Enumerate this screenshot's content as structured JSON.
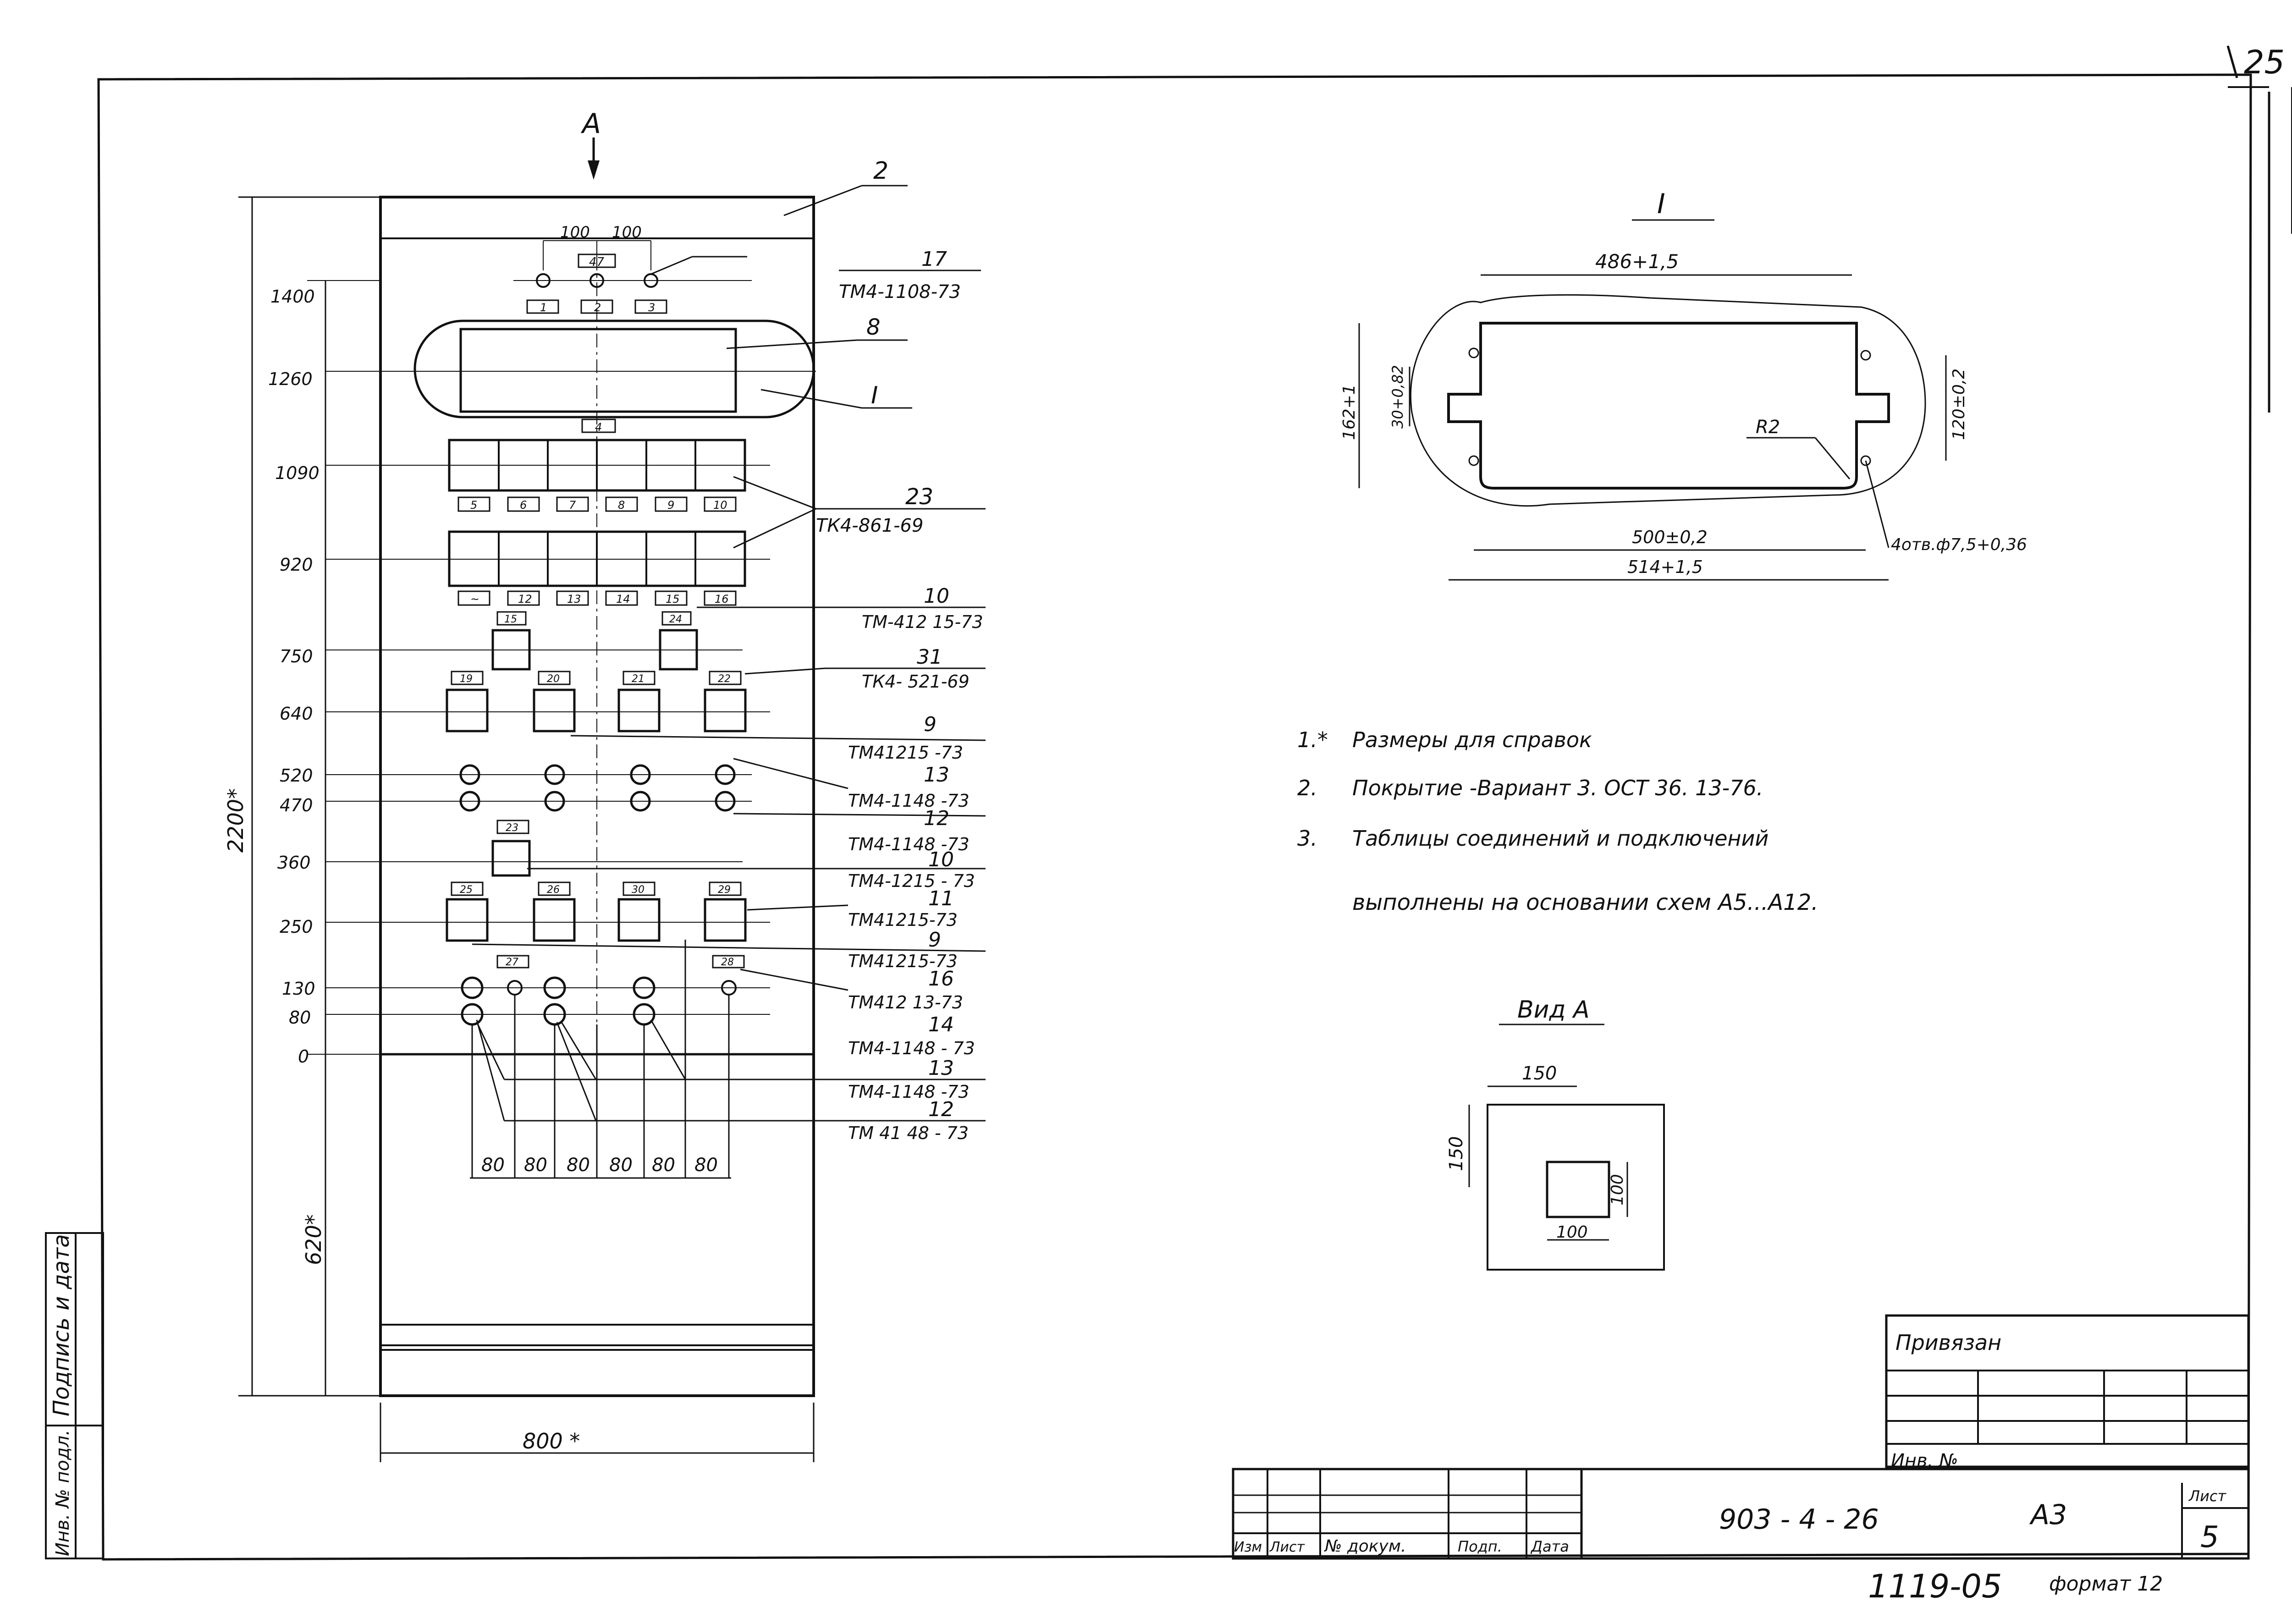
{
  "sheet_number_corner": "25",
  "view_marker": "A",
  "panel": {
    "part_label_top": "2",
    "nameplate_top": "47",
    "nameplate_top_spec": "17",
    "nameplate_top_code": "ТМ4-1108-73",
    "spacing_left": "100",
    "spacing_right": "100",
    "lamp_labels": [
      "1",
      "2",
      "3"
    ],
    "window_labels": {
      "part": "8",
      "detail": "I"
    },
    "window_tag": "4",
    "row1_tags": [
      "5",
      "6",
      "7",
      "8",
      "9",
      "10"
    ],
    "row2_tags": [
      "~",
      "12",
      "13",
      "14",
      "15",
      "16"
    ],
    "row_group_part": "23",
    "row_group_code": "ТК4-861-69",
    "upper_tags": [
      "15",
      "24"
    ],
    "mid_tags": [
      "19",
      "20",
      "21",
      "22"
    ],
    "lower_tag": "23",
    "low_tags": [
      "25",
      "26",
      "30",
      "29"
    ],
    "bottom_tags": [
      "27",
      "28"
    ],
    "dimension_2200": "2200*",
    "dimension_620": "620*",
    "dimension_800": "800 *",
    "spacing_80": [
      "80",
      "80",
      "80",
      "80",
      "80",
      "80"
    ],
    "levels": [
      "1400",
      "1260",
      "1090",
      "920",
      "750",
      "640",
      "520",
      "470",
      "360",
      "250",
      "130",
      "80",
      "0"
    ]
  },
  "callouts": [
    {
      "num": "10",
      "code": "ТМ-412 15-73"
    },
    {
      "num": "31",
      "code": "ТК4- 521-69"
    },
    {
      "num": "9",
      "code": "ТМ41215 -73"
    },
    {
      "num": "13",
      "code": "ТМ4-1148 -73"
    },
    {
      "num": "12",
      "code": "ТМ4-1148 -73"
    },
    {
      "num": "10",
      "code": "ТМ4-1215 - 73"
    },
    {
      "num": "11",
      "code": "ТМ41215-73"
    },
    {
      "num": "9",
      "code": "ТМ41215-73"
    },
    {
      "num": "16",
      "code": "ТМ412 13-73"
    },
    {
      "num": "14",
      "code": "ТМ4-1148 - 73"
    },
    {
      "num": "13",
      "code": "ТМ4-1148 -73"
    },
    {
      "num": "12",
      "code": "ТМ 41 48 - 73"
    }
  ],
  "detail_I": {
    "title": "I",
    "dim_top": "486+1,5",
    "dim_left": "162+1",
    "dim_left_inner": "30+0,82",
    "dim_right": "120±0,2",
    "radius": "R2",
    "dim_bottom_inner": "500±0,2",
    "dim_bottom_outer": "514+1,5",
    "holes": "4отв.ф7,5+0,36"
  },
  "notes": [
    {
      "num": "1.*",
      "text": "Размеры для справок"
    },
    {
      "num": "2.",
      "text": "Покрытие -Вариант 3. ОСТ 36. 13-76."
    },
    {
      "num": "3.",
      "text": "Таблицы соединений и подключений"
    },
    {
      "num": "",
      "text": "выполнены на основании схем А5...А12."
    }
  ],
  "view_A": {
    "title": "Вид А",
    "dim_top": "150",
    "dim_left": "150",
    "dim_right": "100",
    "dim_bottom": "100"
  },
  "binding_block": {
    "label": "Привязан",
    "inv_label": "Инв. №"
  },
  "title_block": {
    "doc_number": "903 - 4 - 26",
    "sheet_code": "А3",
    "sheet_label": "Лист",
    "sheet_value": "5",
    "headers": [
      "Изм",
      "Лист",
      "№ докум.",
      "Подп.",
      "Дата"
    ]
  },
  "side_stamp": {
    "sign_date": "Подпись и дата",
    "inv_orig": "Инв. № подл."
  },
  "footer": {
    "number": "1119-05",
    "format": "формат 12"
  }
}
